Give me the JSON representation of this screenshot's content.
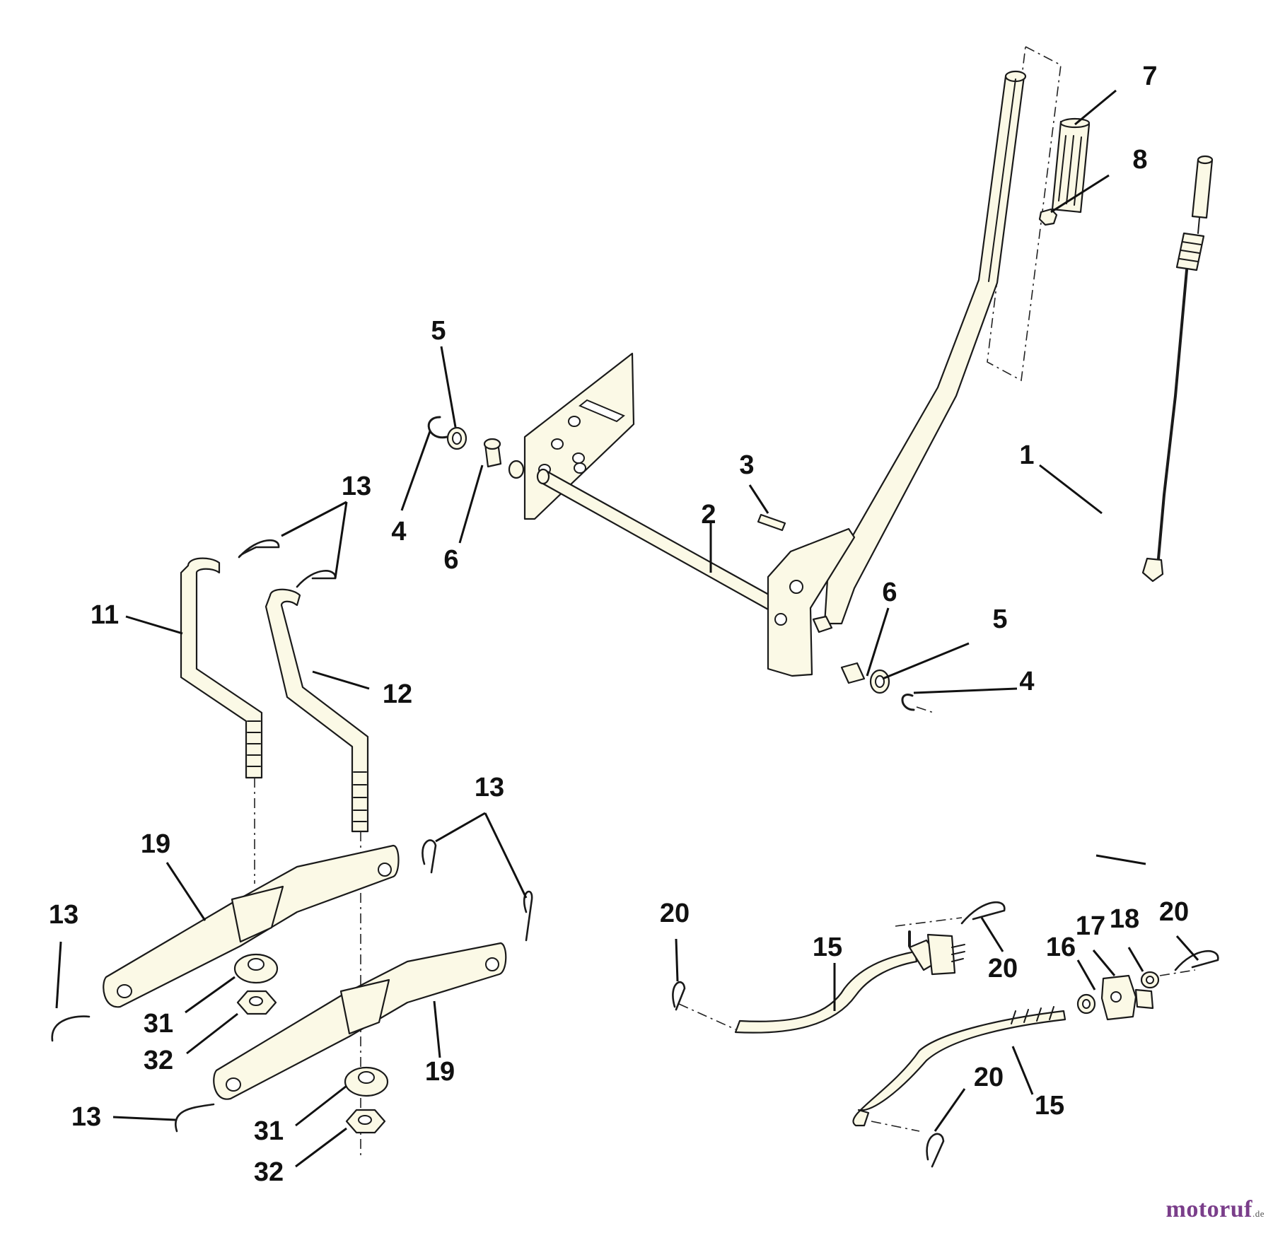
{
  "callouts": {
    "c1": "1",
    "c2": "2",
    "c3": "3",
    "c4a": "4",
    "c4b": "4",
    "c5a": "5",
    "c5b": "5",
    "c6a": "6",
    "c6b": "6",
    "c7": "7",
    "c8": "8",
    "c11": "11",
    "c12": "12",
    "c13a": "13",
    "c13b": "13",
    "c13c": "13",
    "c13d": "13",
    "c15a": "15",
    "c15b": "15",
    "c16": "16",
    "c17": "17",
    "c18": "18",
    "c19a": "19",
    "c19b": "19",
    "c20a": "20",
    "c20b": "20",
    "c20c": "20",
    "c20d": "20",
    "c31a": "31",
    "c31b": "31",
    "c32a": "32",
    "c32b": "32"
  },
  "watermark": {
    "name": "motoruf",
    "suffix": ".de"
  }
}
